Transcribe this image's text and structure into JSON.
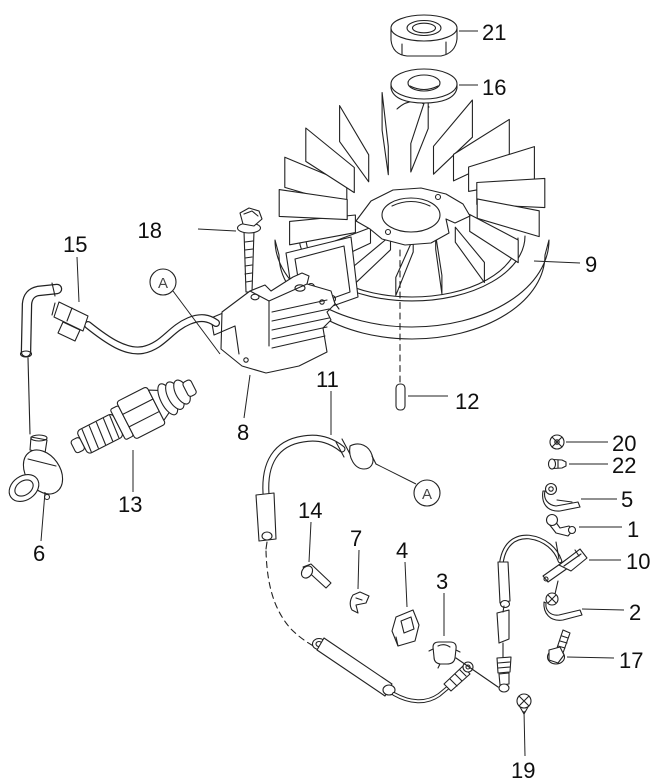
{
  "diagram": {
    "kind": "exploded-parts-diagram",
    "background_color": "#ffffff",
    "line_color": "#222222",
    "label_color": "#0f0f0f",
    "callouts": [
      {
        "label": "21",
        "ref": "flywheel-nut"
      },
      {
        "label": "16",
        "ref": "flywheel-washer"
      },
      {
        "label": "9",
        "ref": "flywheel"
      },
      {
        "label": "18",
        "ref": "coil-mount-bolt"
      },
      {
        "label": "15",
        "ref": "wire-connector"
      },
      {
        "label": "8",
        "ref": "ignition-coil"
      },
      {
        "label": "11",
        "ref": "stop-switch-wire"
      },
      {
        "label": "12",
        "ref": "flywheel-key"
      },
      {
        "label": "13",
        "ref": "spark-plug"
      },
      {
        "label": "6",
        "ref": "spark-plug-cap"
      },
      {
        "label": "14",
        "ref": "small-screw"
      },
      {
        "label": "7",
        "ref": "clip"
      },
      {
        "label": "4",
        "ref": "grommet"
      },
      {
        "label": "3",
        "ref": "bushing"
      },
      {
        "label": "20",
        "ref": "push-nut"
      },
      {
        "label": "22",
        "ref": "small-screw"
      },
      {
        "label": "5",
        "ref": "cable-clamp"
      },
      {
        "label": "1",
        "ref": "lever"
      },
      {
        "label": "10",
        "ref": "cable-end-lever"
      },
      {
        "label": "2",
        "ref": "cable-clamp"
      },
      {
        "label": "17",
        "ref": "flange-bolt"
      },
      {
        "label": "19",
        "ref": "cross-screw"
      }
    ],
    "detail_markers": [
      {
        "label": "A"
      },
      {
        "label": "A"
      }
    ]
  }
}
